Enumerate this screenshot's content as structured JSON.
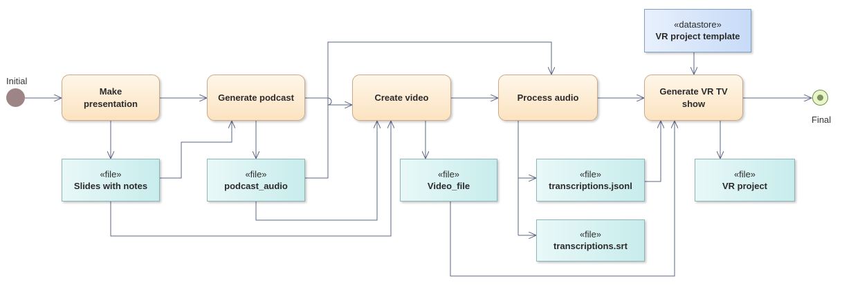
{
  "initial": {
    "label": "Initial"
  },
  "final": {
    "label": "Final"
  },
  "actions": {
    "make_presentation": "Make presentation",
    "generate_podcast": "Generate podcast",
    "create_video": "Create video",
    "process_audio": "Process audio",
    "generate_vr_tv_show": "Generate VR TV show"
  },
  "file_stereotype": "«file»",
  "datastore_stereotype": "«datastore»",
  "files": {
    "slides_with_notes": "Slides with notes",
    "podcast_audio": "podcast_audio",
    "video_file": "Video_file",
    "transcriptions_jsonl": "transcriptions.jsonl",
    "transcriptions_srt": "transcriptions.srt",
    "vr_project": "VR project"
  },
  "datastores": {
    "vr_project_template": "VR project template"
  },
  "colors": {
    "action_fill": "#fce3c0",
    "file_fill": "#c8ecec",
    "datastore_fill": "#c7dbf7",
    "connector": "#5b6582"
  }
}
